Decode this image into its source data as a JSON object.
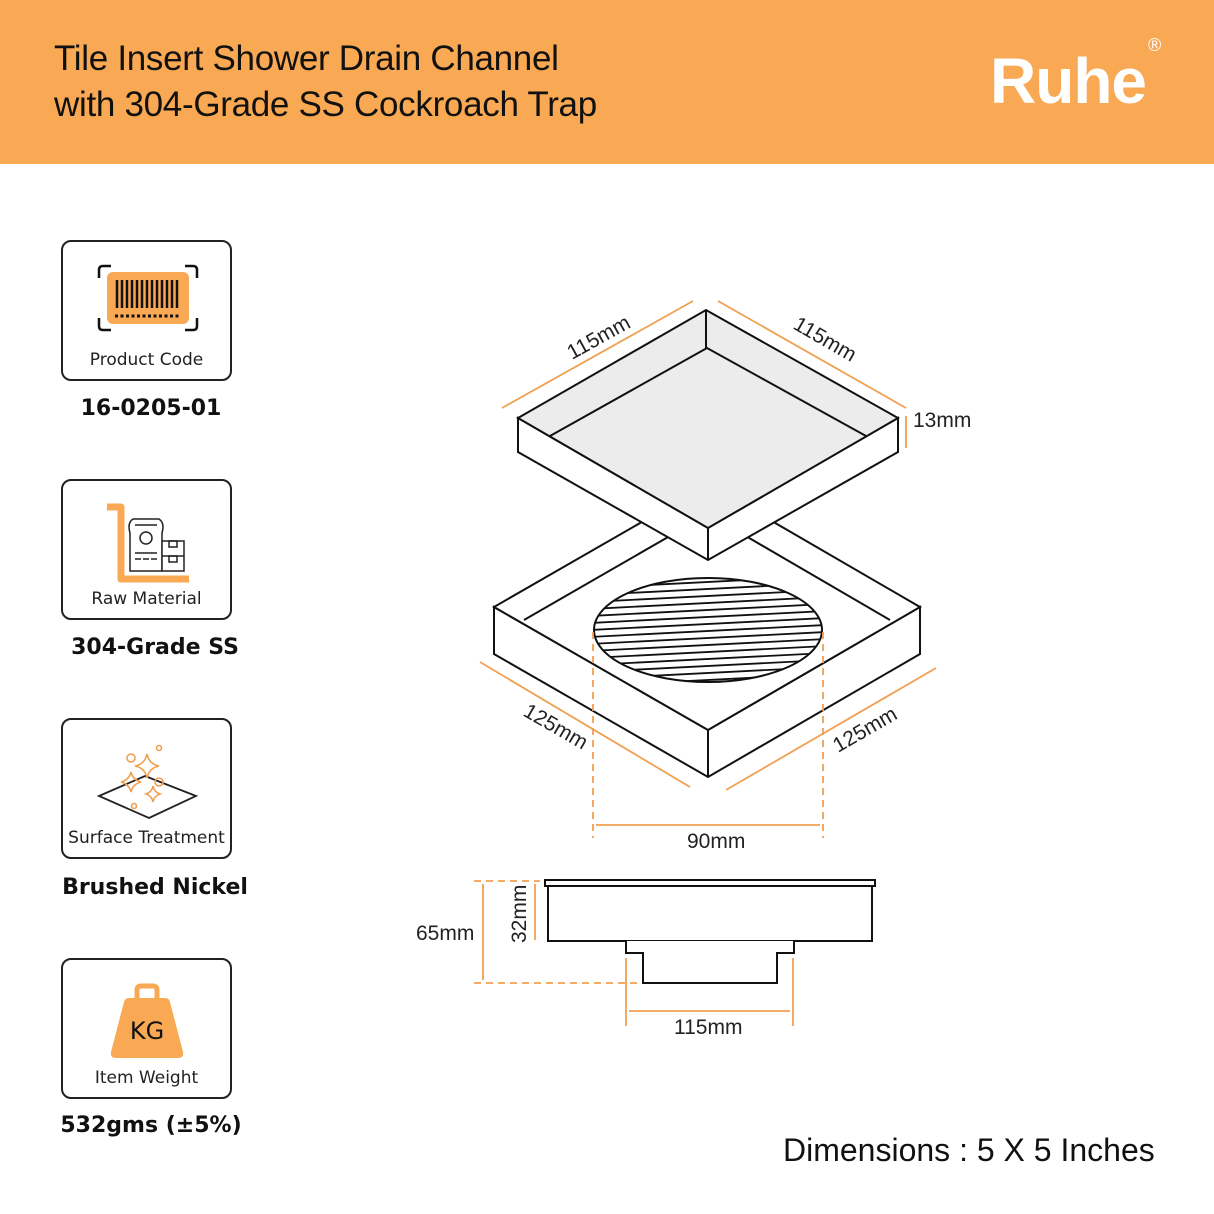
{
  "header": {
    "title_line1": "Tile Insert Shower Drain Channel",
    "title_line2": "with 304-Grade SS Cockroach Trap",
    "brand": "Ruhe",
    "brand_mark": "®",
    "background": "#F9A853"
  },
  "specs": [
    {
      "icon": "barcode-icon",
      "label": "Product Code",
      "value": "16-0205-01"
    },
    {
      "icon": "trolley-materials-icon",
      "label": "Raw Material",
      "value": "304-Grade SS"
    },
    {
      "icon": "sparkle-surface-icon",
      "label": "Surface Treatment",
      "value": "Brushed Nickel"
    },
    {
      "icon": "weight-kg-icon",
      "label": "Item Weight",
      "value": "532gms (±5%)",
      "icon_text": "KG"
    }
  ],
  "diagram": {
    "top_width_left": "115mm",
    "top_width_right": "115mm",
    "top_height": "13mm",
    "base_width_left": "125mm",
    "base_width_right": "125mm",
    "grate_diameter": "90mm",
    "side_total_height": "65mm",
    "side_body_height": "32mm",
    "side_trap_width": "115mm",
    "accent": "#F0A050"
  },
  "footer": {
    "dimensions": "Dimensions : 5 X 5 Inches"
  }
}
